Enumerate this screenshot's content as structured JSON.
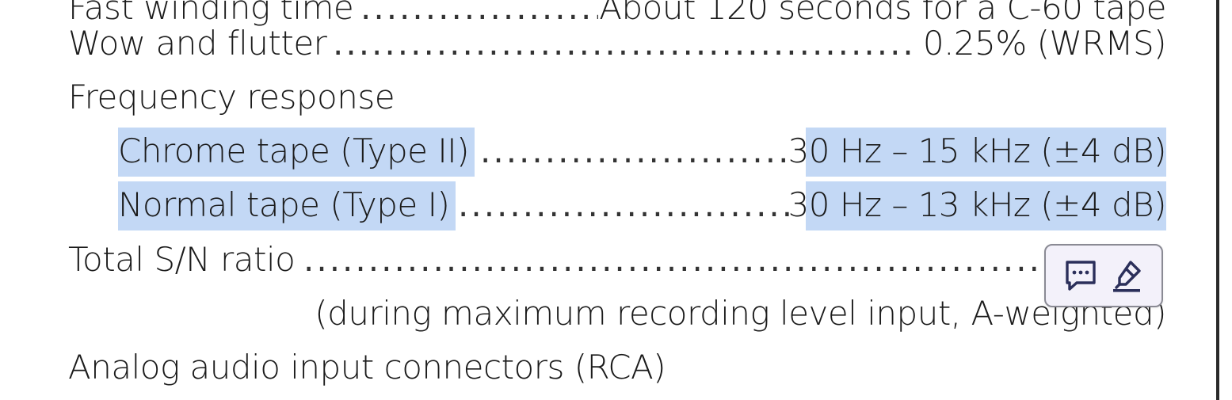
{
  "document": {
    "rows": [
      {
        "label": "Fast winding time",
        "dots": "......................................................................................",
        "value": "About 120 seconds for a C-60 tape"
      },
      {
        "label": "Wow and flutter",
        "dots": "......................................................................................",
        "value": "0.25% (WRMS)"
      },
      {
        "label": "Frequency response"
      },
      {
        "label": "Chrome tape (Type II)",
        "dots": "......................................................................................",
        "value": "30 Hz – 15 kHz (±4 dB)",
        "selected": true
      },
      {
        "label": "Normal tape (Type I)",
        "dots": "......................................................................................",
        "value": "30 Hz – 13 kHz (±4 dB)",
        "selected": true
      },
      {
        "label": "Total S/N ratio",
        "dots": "......................................................................................"
      },
      {
        "value": "(during maximum recording level input, A-weighted)"
      },
      {
        "label": "Analog audio input connectors (RCA)"
      }
    ]
  },
  "selection_toolbar": {
    "comment_icon": "comment-icon",
    "highlight_icon": "highlighter-icon"
  },
  "colors": {
    "selection": "#c3d8f5",
    "toolbar_bg": "#f3f1fa",
    "icon": "#2b2f5a"
  }
}
